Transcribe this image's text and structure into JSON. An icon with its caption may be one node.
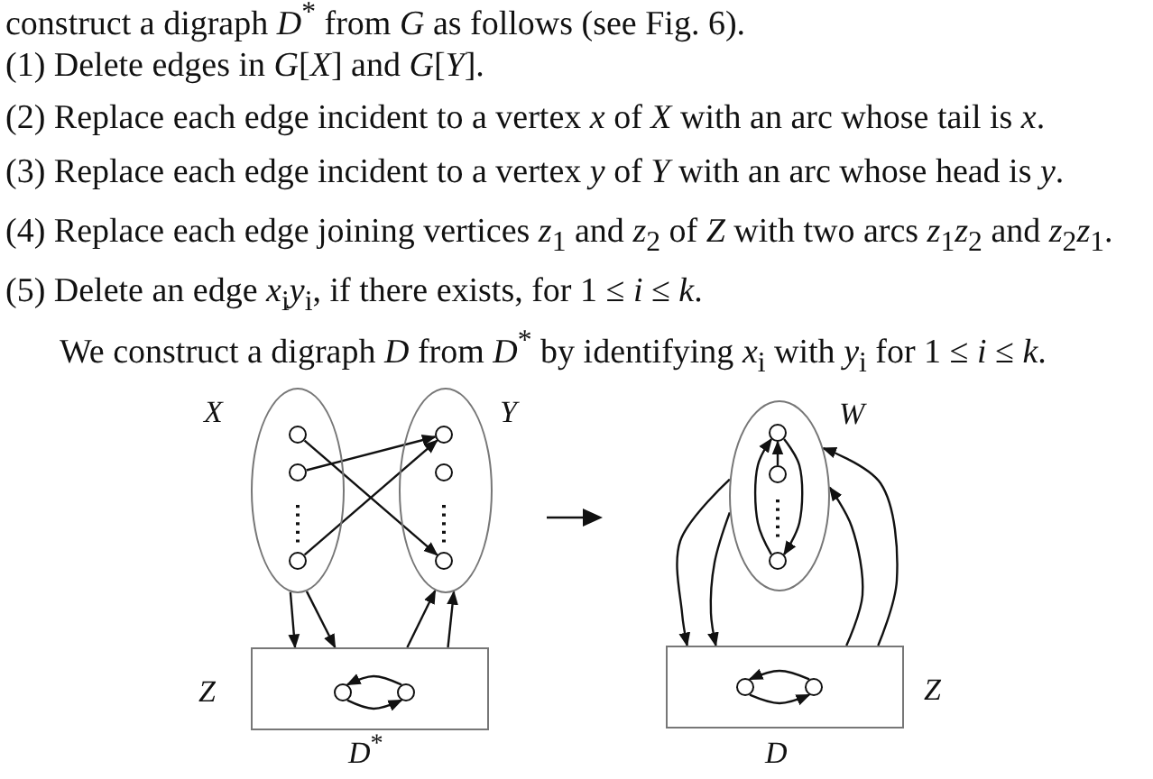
{
  "diagram": {
    "nodes": [
      {
        "text": [
          "X"
        ]
      },
      {
        "text": [],
        "shape": "circle",
        "in": 0
      },
      {
        "text": [],
        "shape": "circle",
        "in": 0
      },
      {
        "text": [],
        "shape": "circle",
        "in": 0
      },
      {
        "text": [
          "Y"
        ]
      },
      {
        "text": [],
        "shape": "circle",
        "in": 4
      },
      {
        "text": [],
        "shape": "circle",
        "in": 4
      },
      {
        "text": [],
        "shape": "circle",
        "in": 4
      },
      {
        "text": [
          "Z"
        ]
      },
      {
        "text": [],
        "shape": "circle",
        "in": 8
      },
      {
        "text": [],
        "shape": "circle",
        "in": 8
      },
      {
        "text": [
          "W"
        ]
      },
      {
        "text": [],
        "shape": "circle",
        "in": 11
      },
      {
        "text": [],
        "shape": "circle",
        "in": 11
      },
      {
        "text": [],
        "shape": "circle",
        "in": 11
      },
      {
        "text": [
          "Z"
        ]
      },
      {
        "text": [],
        "shape": "circle",
        "in": 15
      },
      {
        "text": [],
        "shape": "circle",
        "in": 15
      }
    ],
    "edges": [
      {
        "from": 1,
        "to": 7,
        "arrow": "to"
      },
      {
        "from": 2,
        "to": 5,
        "arrow": "to"
      },
      {
        "from": 3,
        "to": 5,
        "arrow": "to"
      },
      {
        "from": 0,
        "to": 8,
        "arrow": "to"
      },
      {
        "from": 0,
        "to": 8,
        "arrow": "to"
      },
      {
        "from": 8,
        "to": 4,
        "arrow": "to"
      },
      {
        "from": 8,
        "to": 4,
        "arrow": "to"
      },
      {
        "from": 10,
        "to": 9,
        "arrow": "to"
      },
      {
        "from": 9,
        "to": 10,
        "arrow": "to"
      },
      {
        "from": 13,
        "to": 12,
        "arrow": "to"
      },
      {
        "from": 14,
        "to": 12,
        "arrow": "to"
      },
      {
        "from": 12,
        "to": 14,
        "arrow": "to"
      },
      {
        "from": 11,
        "to": 15,
        "arrow": "to"
      },
      {
        "from": 11,
        "to": 15,
        "arrow": "to"
      },
      {
        "from": 15,
        "to": 11,
        "arrow": "to"
      },
      {
        "from": 15,
        "to": 11,
        "arrow": "to"
      },
      {
        "from": 17,
        "to": 16,
        "arrow": "to"
      },
      {
        "from": 16,
        "to": 17,
        "arrow": "to"
      }
    ],
    "labels": [
      "construct a digraph *D*$^{*}$ from *G* as follows (see Fig. 6).",
      "(1) Delete edges in *G*[*X*] and *G*[*Y*].",
      "(2) Replace each edge incident to a vertex *x* of *X* with an arc whose tail is *x*.",
      "(3) Replace each edge incident to a vertex *y* of *Y* with an arc whose head is *y*.",
      "(4) Replace each edge joining vertices *z*$_{1}$ and *z*$_{2}$ of *Z* with two arcs *z*$_{1}$*z*$_{2}$ and *z*$_{2}$*z*$_{1}$.",
      "(5) Delete an edge *x*$_{i}$*y*$_{i}$, if there exists, for 1 ≤ *i* ≤ *k*.",
      "We construct a digraph *D* from *D*$^{*}$ by identifying *x*$_{i}$ with *y*$_{i}$ for 1 ≤ *i* ≤ *k*.",
      "*D*$^{*}$",
      "D"
    ]
  }
}
